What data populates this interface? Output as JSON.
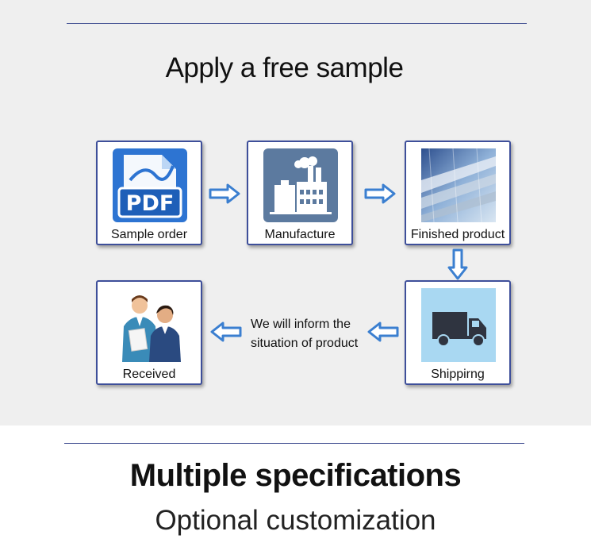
{
  "title": "Apply a free sample",
  "steps": {
    "sample_order": {
      "label": "Sample order",
      "icon": "pdf-icon",
      "icon_text": "PDF"
    },
    "manufacture": {
      "label": "Manufacture",
      "icon": "factory-icon"
    },
    "finished_product": {
      "label": "Finished product",
      "icon": "product-photo"
    },
    "shipping": {
      "label": "Shippirng",
      "icon": "truck-icon"
    },
    "received": {
      "label": "Received",
      "icon": "people-icon"
    }
  },
  "note": {
    "line1": "We will inform the",
    "line2": "situation of product"
  },
  "footer": {
    "heading": "Multiple specifications",
    "subheading": "Optional customization"
  },
  "colors": {
    "card_border": "#3e4f9a",
    "arrow": "#3b7fd0",
    "pdf_blue": "#2d74d2",
    "factory_bg": "#5c7a9f",
    "truck_bg": "#a9d8f2",
    "rule": "#3d4b8f"
  }
}
